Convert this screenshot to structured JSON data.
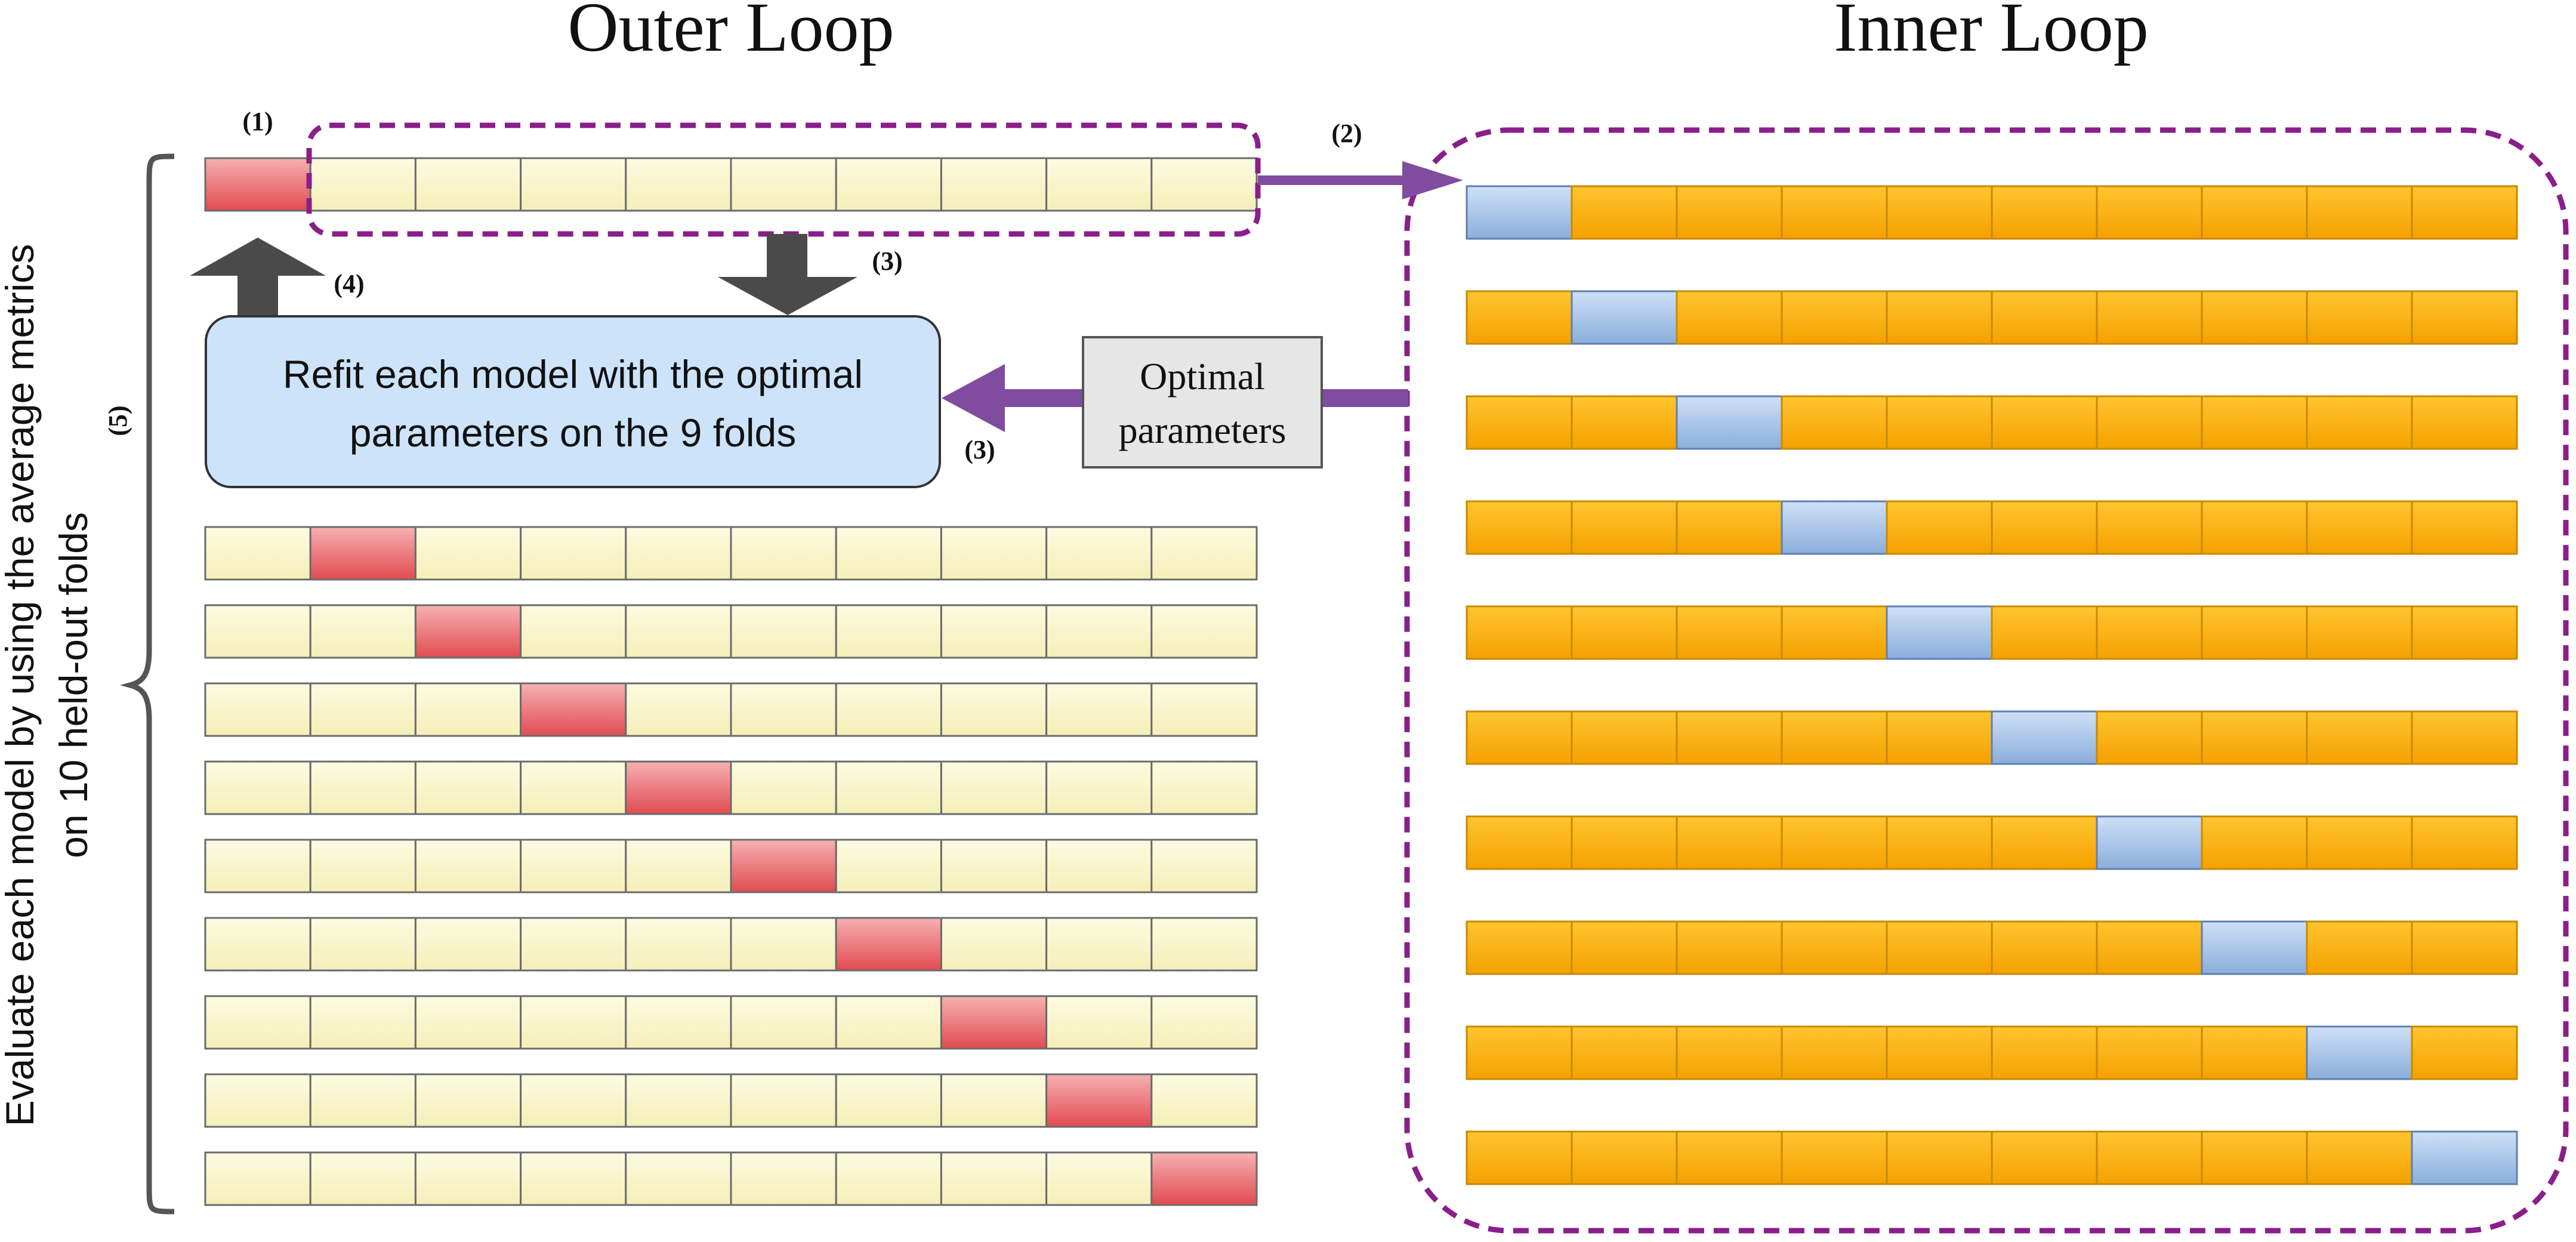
{
  "titles": {
    "outer": "Outer Loop",
    "inner": "Inner Loop"
  },
  "steps": {
    "s1": "(1)",
    "s2": "(2)",
    "s3a": "(3)",
    "s3b": "(3)",
    "s4": "(4)",
    "s5": "(5)"
  },
  "refit_box": {
    "line1": "Refit each model with the optimal",
    "line2": "parameters on the 9 folds"
  },
  "optimal_box": {
    "line1": "Optimal",
    "line2": "parameters"
  },
  "side_label": {
    "line1": "Evaluate each model by using the average metrics",
    "line2": "on 10 held-out folds"
  },
  "folds": {
    "outer_count": 10,
    "inner_count": 10
  },
  "colors": {
    "outer_fold": "#fdfbe1",
    "outer_test": "#e6595c",
    "inner_fold": "#f8ac08",
    "inner_test": "#9ab8e0",
    "dashed": "#8a1e8a",
    "arrow_purple": "#7f4c9f",
    "arrow_gray": "#4a4a4a",
    "refit_fill": "#cce3fa",
    "optimal_fill": "#e6e6e6"
  }
}
